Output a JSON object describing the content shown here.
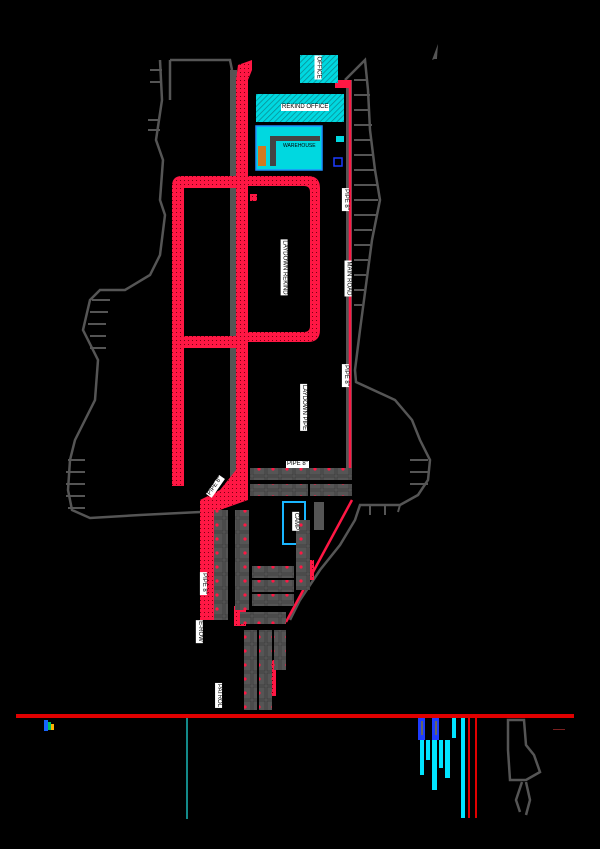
{
  "drawing": {
    "type": "site plan",
    "background": "#000000",
    "colors": {
      "road": "#ff1744",
      "boundary": "#555555",
      "building": "#00e5ee",
      "building_outline": "#1e90ff",
      "border_line": "#e00000",
      "legend_teal": "#138a8a"
    }
  },
  "labels": {
    "office_top": "OFFICE",
    "rekind_office": "REKIND OFFICE",
    "warehouse": "WAREHOUSE",
    "laydown_rekind": "LAYDOWN REKIND",
    "laydown_pipe": "LAYDOWN PIPE",
    "pipe_8_east_top": "PIPE 8\"",
    "main_road": "MAIN ROAD",
    "pipe_8_east_mid": "PIPE 8\"",
    "pipe_8_south": "PIPE 8\"",
    "pipe_8_diag": "PIPE 8\"",
    "camp": "CAMP",
    "pipe_8_west": "PIPE 8\"",
    "e_row": "E-ROW",
    "patrol": "PATROL"
  },
  "symbols": {
    "north_arrow": "north-arrow",
    "logo": "company-logo"
  }
}
